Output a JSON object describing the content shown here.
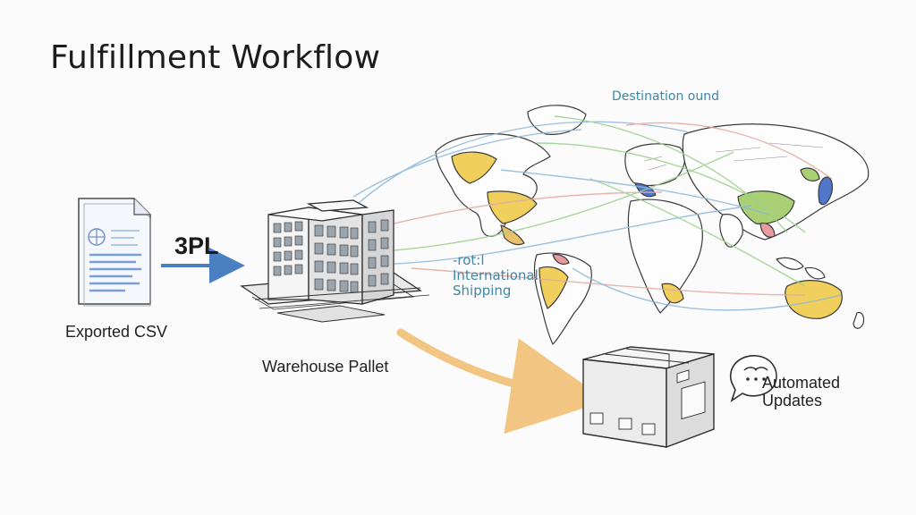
{
  "diagram": {
    "title": "Fulfillment Workflow",
    "nodes": {
      "csv": {
        "label": "Exported CSV"
      },
      "tpl": {
        "label": "3PL"
      },
      "warehouse": {
        "label": "Warehouse Pallet"
      },
      "shipping": {
        "line1": "-rot:l",
        "line2": "International",
        "line3": "Shipping"
      },
      "map_note": {
        "label": "Destination ound"
      },
      "updates": {
        "line1": "Automated",
        "line2": "Updates"
      }
    },
    "colors": {
      "accent_blue": "#4a7fc1",
      "route_blue": "#8fb8d9",
      "route_green": "#9ccf8a",
      "route_red": "#e4a9a1",
      "arrow_orange": "#f0b35a",
      "land_yellow": "#f1cf5c",
      "land_green": "#a9d174"
    }
  }
}
